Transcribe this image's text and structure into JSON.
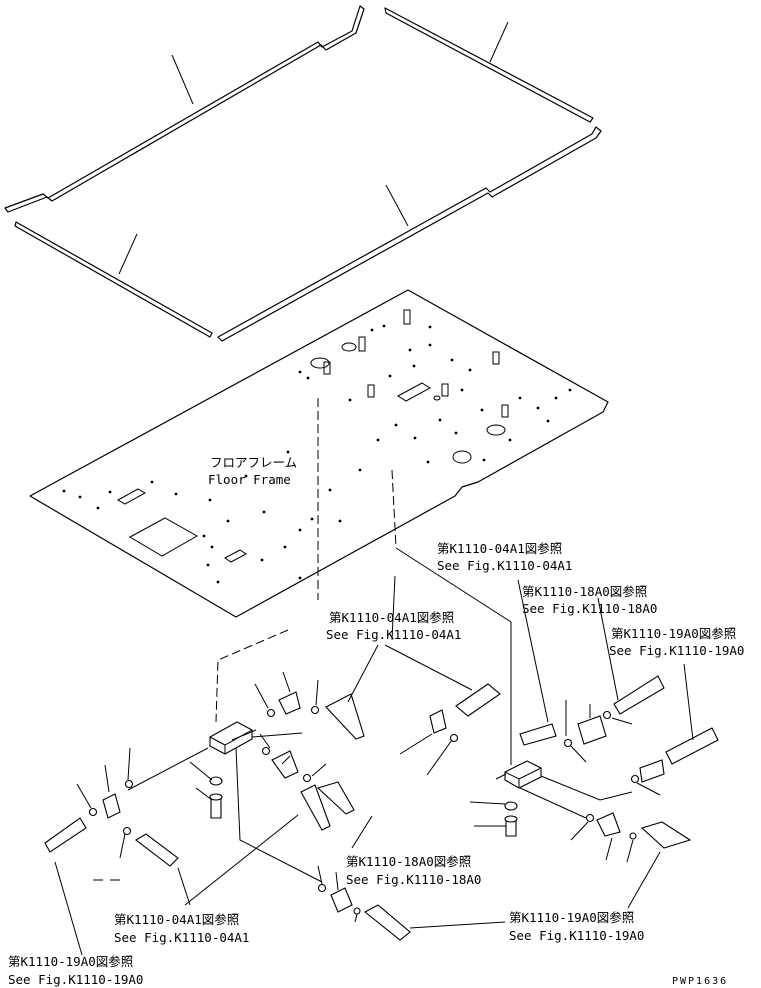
{
  "floor_frame": {
    "jp": "フロアフレーム",
    "en": "Floor Frame"
  },
  "references": [
    {
      "id": "ref-top-right-04a1",
      "jp": "第K1110-04A1図参照",
      "en": "See Fig.K1110-04A1"
    },
    {
      "id": "ref-right-18a0",
      "jp": "第K1110-18A0図参照",
      "en": "See Fig.K1110-18A0"
    },
    {
      "id": "ref-right-19a0",
      "jp": "第K1110-19A0図参照",
      "en": "See Fig.K1110-19A0"
    },
    {
      "id": "ref-center-04a1",
      "jp": "第K1110-04A1図参照",
      "en": "See Fig.K1110-04A1"
    },
    {
      "id": "ref-center-18a0",
      "jp": "第K1110-18A0図参照",
      "en": "See Fig.K1110-18A0"
    },
    {
      "id": "ref-bottom-04a1",
      "jp": "第K1110-04A1図参照",
      "en": "See Fig.K1110-04A1"
    },
    {
      "id": "ref-bottom-right-19a0",
      "jp": "第K1110-19A0図参照",
      "en": "See Fig.K1110-19A0"
    },
    {
      "id": "ref-bottom-left-19a0",
      "jp": "第K1110-19A0図参照",
      "en": "See Fig.K1110-19A0"
    }
  ],
  "drawing_code": "PWP1636"
}
